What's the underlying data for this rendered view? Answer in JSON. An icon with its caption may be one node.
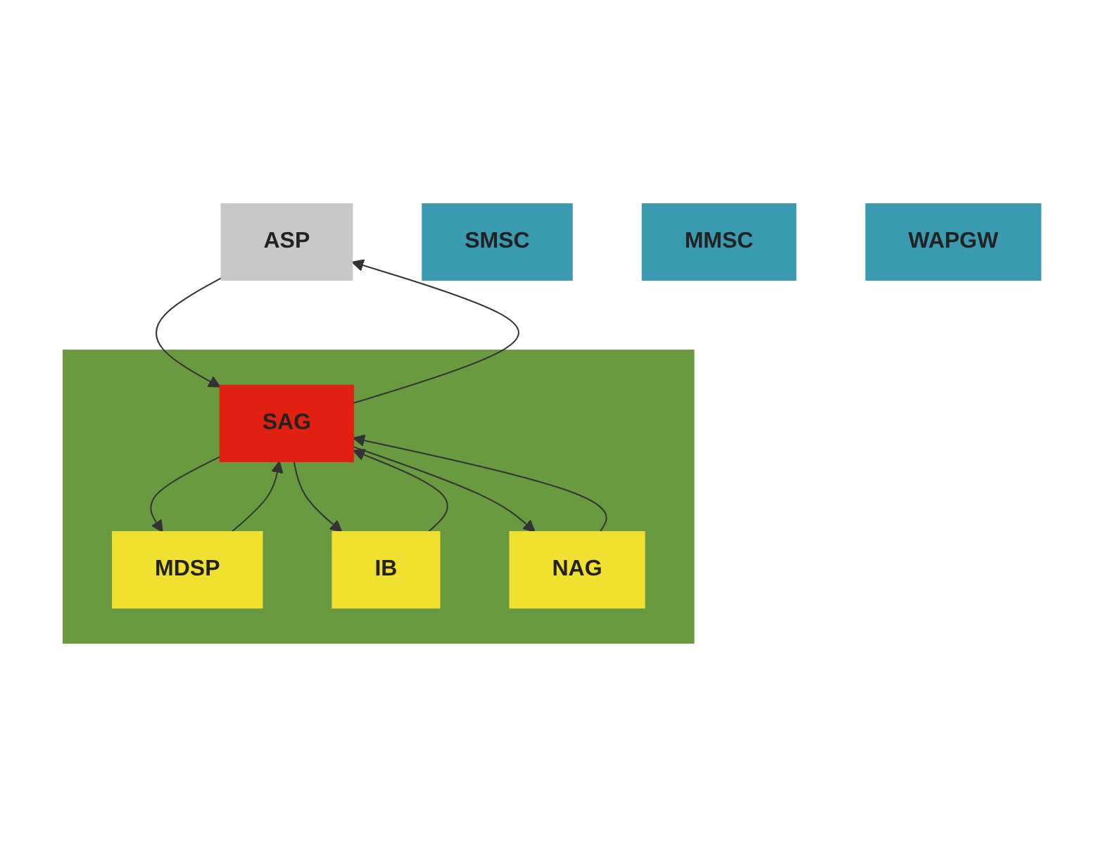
{
  "diagram": {
    "nodes": [
      {
        "text": [
          "ASP"
        ]
      },
      {
        "text": [],
        "shape": "box"
      },
      {
        "text": [
          "SAG"
        ],
        "in": 1
      },
      {
        "text": [
          "MDSP"
        ],
        "in": 1
      },
      {
        "text": [
          "IB"
        ],
        "in": 1
      },
      {
        "text": [
          "NAG"
        ],
        "in": 1
      },
      {
        "text": [
          "SMSC"
        ]
      },
      {
        "text": [
          "MMSC"
        ]
      },
      {
        "text": [
          "WAPGW"
        ]
      }
    ],
    "edges": [
      {
        "from": 0,
        "to": 2,
        "arrow": "to"
      },
      {
        "from": 2,
        "to": 0,
        "arrow": "to"
      },
      {
        "from": 2,
        "to": 3,
        "arrow": "to"
      },
      {
        "from": 3,
        "to": 2,
        "arrow": "to"
      },
      {
        "from": 2,
        "to": 5,
        "arrow": "to"
      },
      {
        "from": 5,
        "to": 2,
        "arrow": "to"
      },
      {
        "from": 2,
        "to": 4,
        "arrow": "to"
      },
      {
        "from": 4,
        "to": 2,
        "arrow": "to"
      }
    ]
  }
}
